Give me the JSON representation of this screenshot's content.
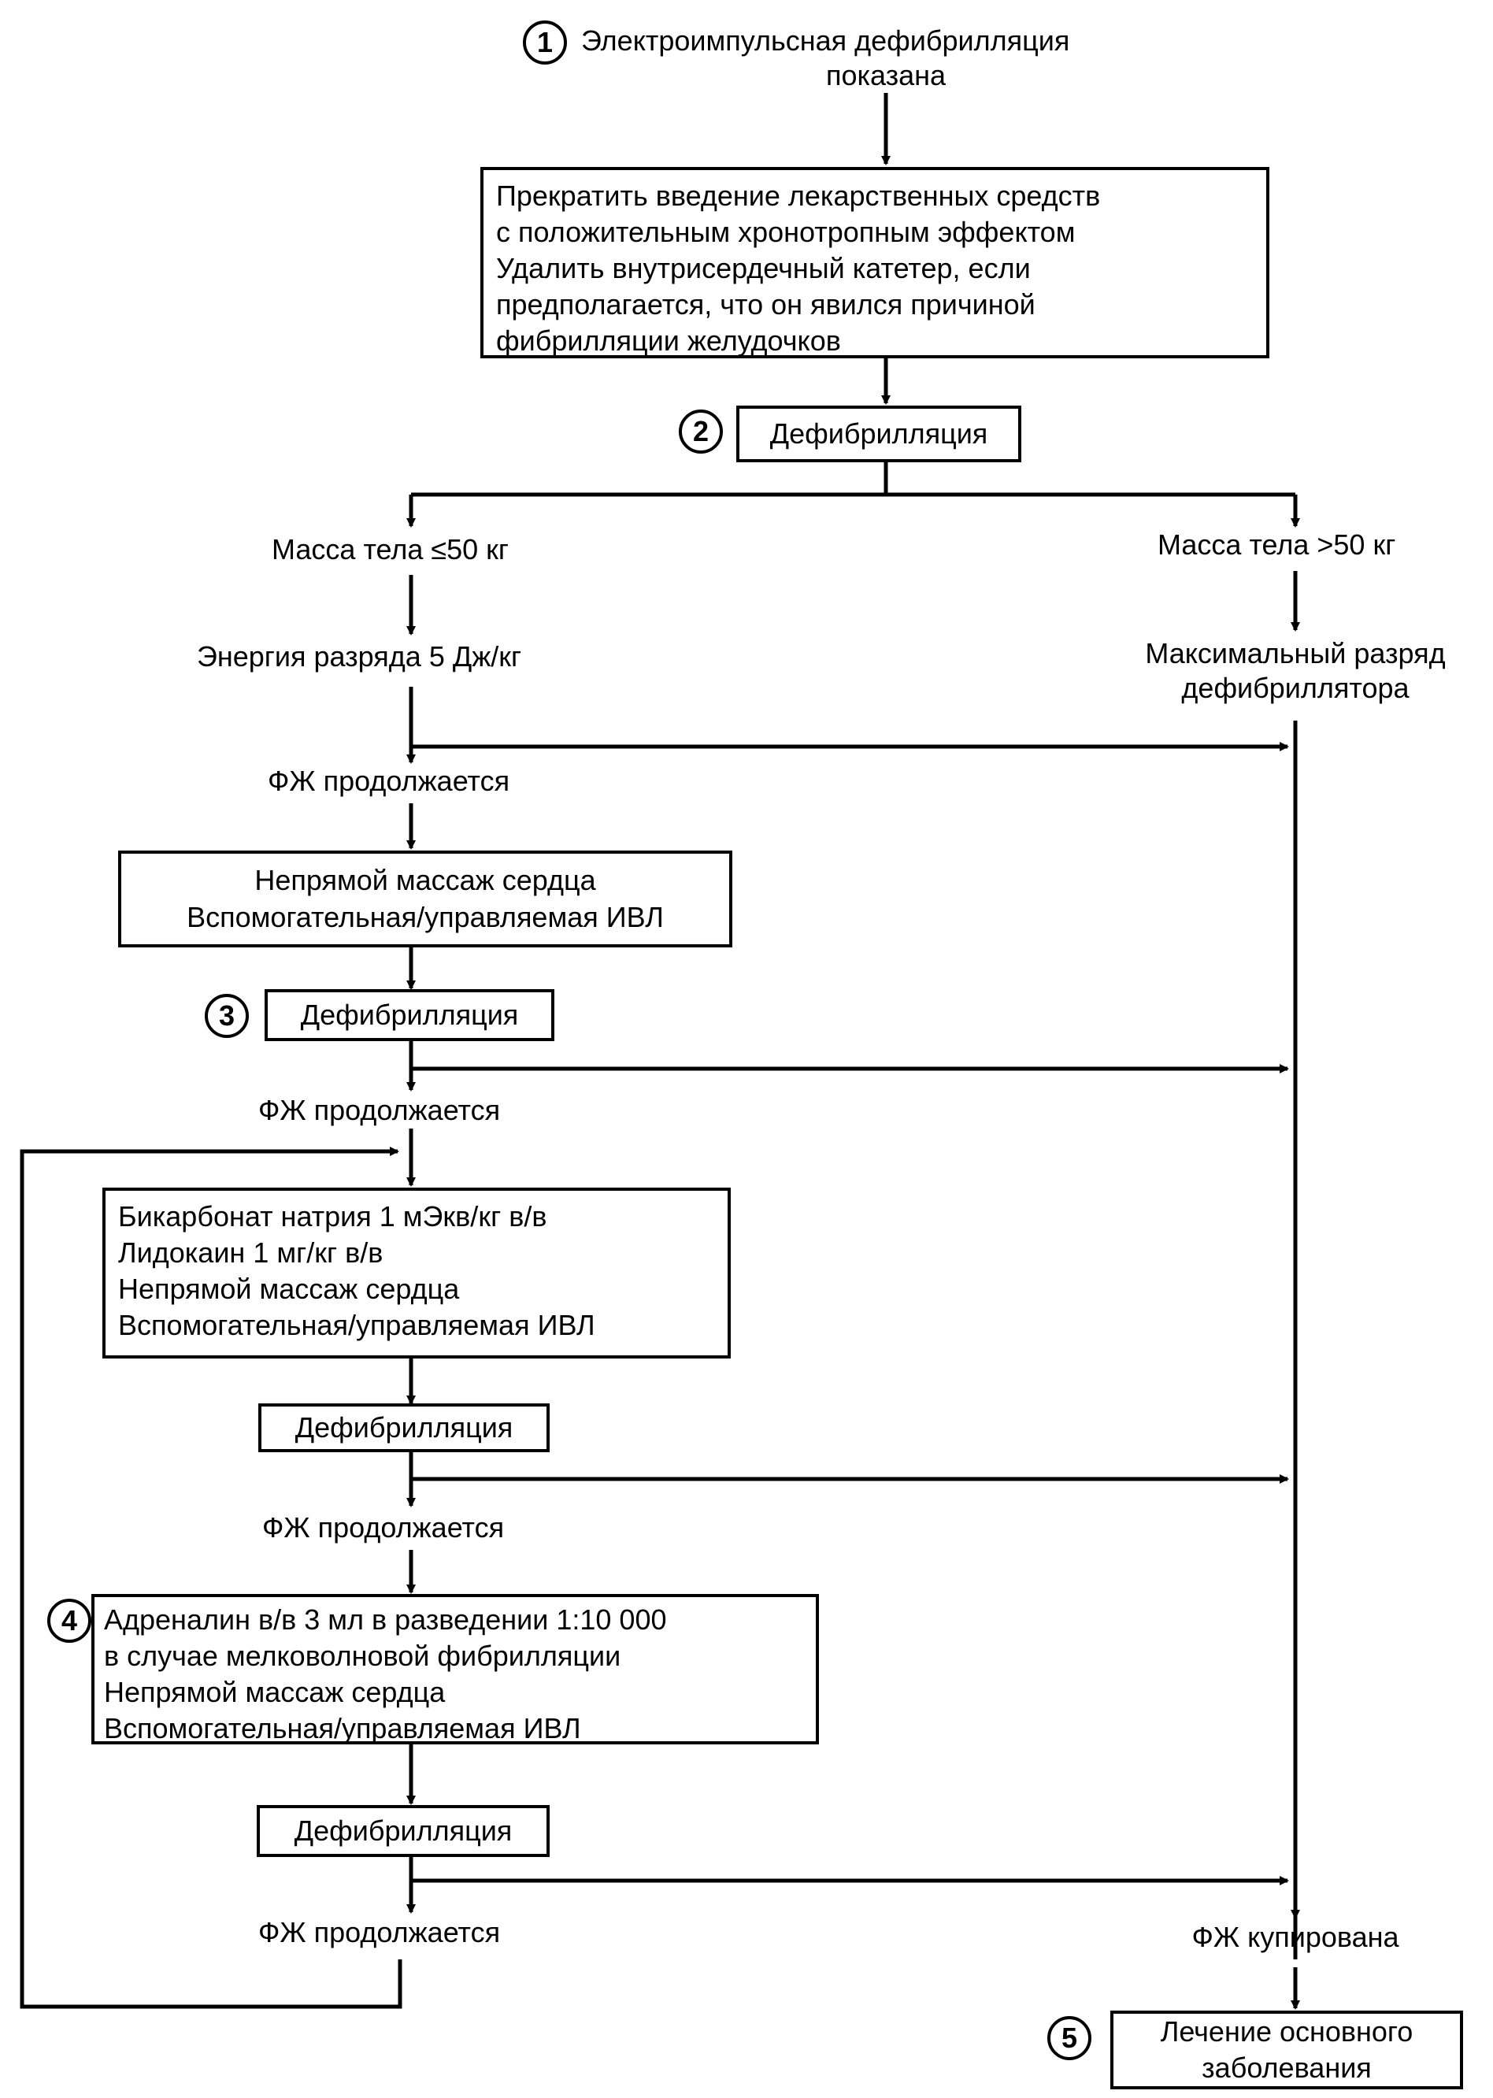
{
  "start": {
    "number": "1",
    "line1": "Электроимпульсная дефибрилляция",
    "line2": "показана"
  },
  "box_stop": {
    "lines": [
      "Прекратить введение лекарственных средств",
      "с положительным  хронотропным эффектом",
      "Удалить внутрисердечный катетер, если",
      "предполагается, что он явился причиной",
      "фибрилляции желудочков"
    ]
  },
  "defib1": {
    "number": "2",
    "label": "Дефибрилляция"
  },
  "mass_low": "Масса тела ≤50 кг",
  "mass_high": "Масса тела >50 кг",
  "energy_low": "Энергия разряда 5 Дж/кг",
  "energy_high": {
    "line1": "Максимальный разряд",
    "line2": "дефибриллятора"
  },
  "vf_continues_1": "ФЖ продолжается",
  "box_massage": {
    "lines": [
      "Непрямой массаж сердца",
      "Вспомогательная/управляемая ИВЛ"
    ]
  },
  "defib2": {
    "number": "3",
    "label": "Дефибрилляция"
  },
  "vf_continues_2": "ФЖ продолжается",
  "box_bicarb": {
    "lines": [
      "Бикарбонат натрия 1 мЭкв/кг в/в",
      "Лидокаин 1 мг/кг в/в",
      "Непрямой массаж сердца",
      "Вспомогательная/управляемая ИВЛ"
    ]
  },
  "defib3": {
    "label": "Дефибрилляция"
  },
  "vf_continues_3": "ФЖ продолжается",
  "box_adrenaline": {
    "number": "4",
    "lines": [
      "Адреналин в/в 3 мл в разведении 1:10 000",
      "в случае мелковолновой фибрилляции",
      "Непрямой массаж сердца",
      "Вспомогательная/управляемая ИВЛ"
    ]
  },
  "defib4": {
    "label": "Дефибрилляция"
  },
  "vf_continues_4": "ФЖ продолжается",
  "vf_stopped": "ФЖ купирована",
  "box_treat": {
    "number": "5",
    "lines": [
      "Лечение основного",
      "заболевания"
    ]
  }
}
